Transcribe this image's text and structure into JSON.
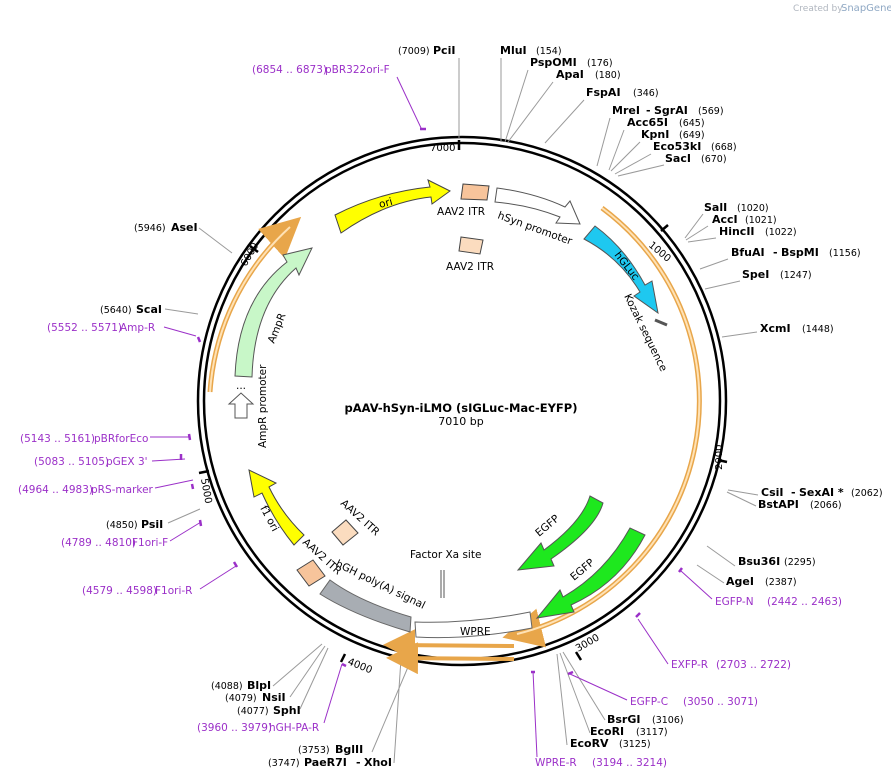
{
  "header": {
    "created_by": "Created by",
    "brand": "SnapGene"
  },
  "plasmid": {
    "name": "pAAV-hSyn-iLMO (sIGLuc-Mac-EYFP)",
    "length_label": "7010 bp",
    "total_bp": 7010
  },
  "map_ticks": [
    {
      "bp": 1000,
      "label": "1000"
    },
    {
      "bp": 2000,
      "label": "2000"
    },
    {
      "bp": 3000,
      "label": "3000"
    },
    {
      "bp": 4000,
      "label": "4000"
    },
    {
      "bp": 5000,
      "label": "5000"
    },
    {
      "bp": 6000,
      "label": "6000"
    },
    {
      "bp": 7000,
      "label": "7000"
    }
  ],
  "enzymes": [
    {
      "name": "PciI",
      "pos": "(7009)"
    },
    {
      "name": "MluI",
      "pos": "(154)"
    },
    {
      "name": "PspOMI",
      "pos": "(176)"
    },
    {
      "name": "ApaI",
      "pos": "(180)"
    },
    {
      "name": "FspAI",
      "pos": "(346)"
    },
    {
      "name": "MreI",
      "name2": "SgrAI",
      "pos": "(569)"
    },
    {
      "name": "Acc65I",
      "pos": "(645)"
    },
    {
      "name": "KpnI",
      "pos": "(649)"
    },
    {
      "name": "Eco53kI",
      "pos": "(668)"
    },
    {
      "name": "SacI",
      "pos": "(670)"
    },
    {
      "name": "SalI",
      "pos": "(1020)"
    },
    {
      "name": "AccI",
      "pos": "(1021)"
    },
    {
      "name": "HincII",
      "pos": "(1022)"
    },
    {
      "name": "BfuAI",
      "name2": "BspMI",
      "pos": "(1156)"
    },
    {
      "name": "SpeI",
      "pos": "(1247)"
    },
    {
      "name": "XcmI",
      "pos": "(1448)"
    },
    {
      "name": "CsiI",
      "name2": "SexAI *",
      "pos": "(2062)"
    },
    {
      "name": "BstAPI",
      "pos": "(2066)"
    },
    {
      "name": "Bsu36I",
      "pos": "(2295)"
    },
    {
      "name": "AgeI",
      "pos": "(2387)"
    },
    {
      "name": "BsrGI",
      "pos": "(3106)"
    },
    {
      "name": "EcoRI",
      "pos": "(3117)"
    },
    {
      "name": "EcoRV",
      "pos": "(3125)"
    },
    {
      "name": "BglII",
      "pos": "(3753)"
    },
    {
      "name": "PaeR7I",
      "name2": "XhoI",
      "pos": "(3747)"
    },
    {
      "name": "SphI",
      "pos": "(4077)"
    },
    {
      "name": "NsiI",
      "pos": "(4079)"
    },
    {
      "name": "BlpI",
      "pos": "(4088)"
    },
    {
      "name": "PsiI",
      "pos": "(4850)"
    },
    {
      "name": "ScaI",
      "pos": "(5640)"
    },
    {
      "name": "AseI",
      "pos": "(5946)"
    }
  ],
  "primers": [
    {
      "name": "pBR322ori-F",
      "range": "(6854 .. 6873)"
    },
    {
      "name": "Amp-R",
      "range": "(5552 .. 5571)"
    },
    {
      "name": "pBRforEco",
      "range": "(5143 .. 5161)"
    },
    {
      "name": "pGEX 3'",
      "range": "(5083 .. 5105)"
    },
    {
      "name": "pRS-marker",
      "range": "(4964 .. 4983)"
    },
    {
      "name": "F1ori-F",
      "range": "(4789 .. 4810)"
    },
    {
      "name": "F1ori-R",
      "range": "(4579 .. 4598)"
    },
    {
      "name": "hGH-PA-R",
      "range": "(3960 .. 3979)"
    },
    {
      "name": "WPRE-R",
      "range": "(3194 .. 3214)"
    },
    {
      "name": "EGFP-C",
      "range": "(3050 .. 3071)"
    },
    {
      "name": "EXFP-R",
      "range": "(2703 .. 2722)"
    },
    {
      "name": "EGFP-N",
      "range": "(2442 .. 2463)"
    }
  ],
  "features": {
    "ori": "ori",
    "aav2_itr_top": "AAV2 ITR",
    "aav2_itr_top_inner": "AAV2 ITR",
    "hsyn_promoter": "hSyn promoter",
    "hgluc": "hGLuc",
    "kozak": "Kozak sequence",
    "egfp_1": "EGFP",
    "egfp_2": "EGFP",
    "factor_xa": "Factor Xa site",
    "wpre": "WPRE",
    "hgh_polya": "hGH poly(A) signal",
    "aav2_itr_bottom": "AAV2 ITR",
    "aav2_itr_bottom_inner": "AAV2 ITR",
    "f1_ori": "f1 ori",
    "ampr": "AmpR",
    "ampr_promoter": "AmpR promoter",
    "ampr_dots": "..."
  },
  "colors": {
    "enzyme_line": "#9a9a9a",
    "primer": "#9b30c8",
    "orf": "#e8a64a",
    "ori": "#ffff00",
    "itr": "#f7c49b",
    "itr_light": "#fbdcbf",
    "hgluc": "#1ec8f0",
    "egfp": "#1ee81e",
    "ampr": "#c8f7c8",
    "polya": "#a8adb3"
  }
}
